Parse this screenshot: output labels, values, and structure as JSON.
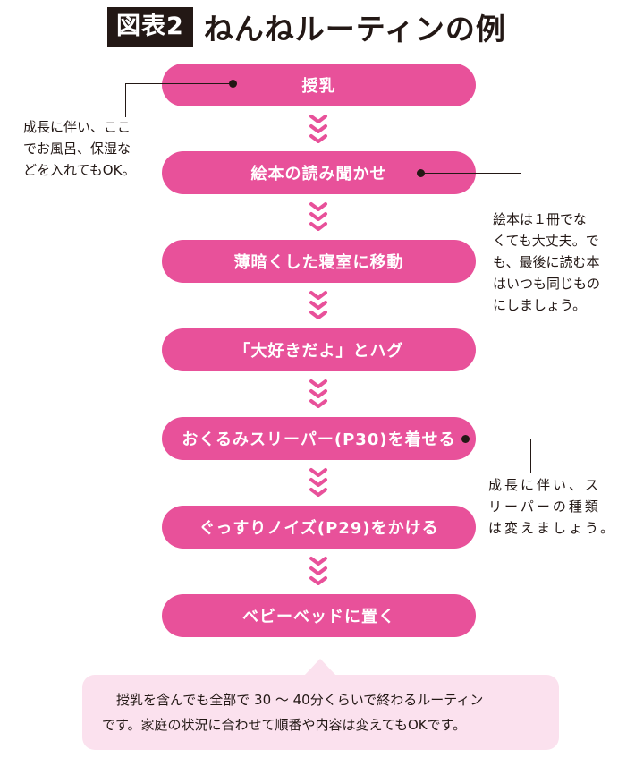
{
  "header": {
    "figure_label": "図表2",
    "title": "ねんねルーティンの例"
  },
  "steps": [
    "授乳",
    "絵本の読み聞かせ",
    "薄暗くした寝室に移動",
    "「大好きだよ」とハグ",
    "おくるみスリーパー(P30)を着せる",
    "ぐっすりノイズ(P29)をかける",
    "ベビーベッドに置く"
  ],
  "notes": {
    "feeding": [
      "成長に伴い、ここ",
      "でお風呂、保湿な",
      "どを入れてもOK。"
    ],
    "picture_book": [
      "絵本は１冊でな",
      "くても大丈夫。で",
      "も、最後に読む本",
      "はいつも同じもの",
      "にしましょう。"
    ],
    "sleep_sack": [
      "成長に伴い、ス",
      "リーパーの種類",
      "は変えましょう。"
    ]
  },
  "summary": [
    "授乳を含んでも全部で 30 ～ 40分くらいで終わるルーティン",
    "です。家庭の状況に合わせて順番や内容は変えてもOKです。"
  ],
  "colors": {
    "step_fill": "#e8519a",
    "summary_fill": "#fbe1ee",
    "text": "#231815"
  }
}
